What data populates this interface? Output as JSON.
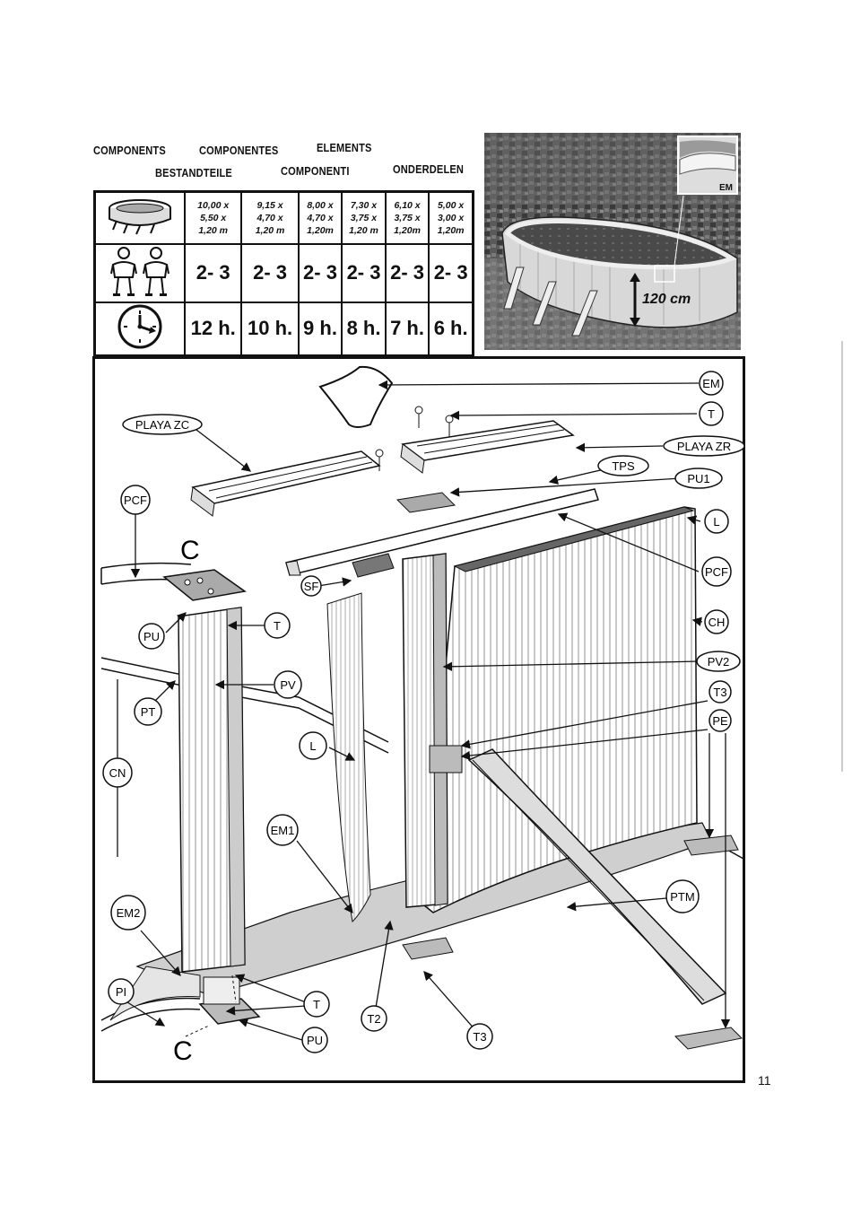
{
  "headers": {
    "components": "COMPONENTS",
    "componentes": "COMPONENTES",
    "elements": "ELEMENTS",
    "bestandteile": "BESTANDTEILE",
    "componenti": "COMPONENTI",
    "onderdelen": "ONDERDELEN"
  },
  "table": {
    "sizes": [
      [
        "10,00 x",
        "5,50 x",
        "1,20 m"
      ],
      [
        "9,15 x",
        "4,70 x",
        "1,20 m"
      ],
      [
        "8,00 x",
        "4,70 x",
        "1,20m"
      ],
      [
        "7,30 x",
        "3,75 x",
        "1,20 m"
      ],
      [
        "6,10 x",
        "3,75 x",
        "1,20m"
      ],
      [
        "5,00 x",
        "3,00 x",
        "1,20m"
      ]
    ],
    "persons": [
      "2- 3",
      "2- 3",
      "2- 3",
      "2- 3",
      "2- 3",
      "2- 3"
    ],
    "hours": [
      "12 h.",
      "10 h.",
      "9 h.",
      "8 h.",
      "7 h.",
      "6 h."
    ],
    "row_icons": [
      "pool-icon",
      "two-persons-icon",
      "clock-icon"
    ]
  },
  "photo": {
    "inset_label": "EM",
    "height_label": "120 cm"
  },
  "diagram": {
    "labels": {
      "em": "EM",
      "t_top": "T",
      "playa_zr": "PLAYA ZR",
      "playa_zc": "PLAYA ZC",
      "tps": "TPS",
      "pu1": "PU1",
      "pcf_left": "PCF",
      "l_right": "L",
      "pcf_right": "PCF",
      "sf": "SF",
      "c_top": "C",
      "pu_left": "PU",
      "t_mid": "T",
      "ch": "CH",
      "pv": "PV",
      "pv2": "PV2",
      "pt": "PT",
      "t3_right": "T3",
      "pe": "PE",
      "l_mid": "L",
      "cn": "CN",
      "em1": "EM1",
      "ptm": "PTM",
      "em2": "EM2",
      "pi": "PI",
      "t_bottom": "T",
      "t2": "T2",
      "t3_bottom": "T3",
      "pu_bottom": "PU",
      "c_bottom": "C"
    }
  },
  "page_number": "11"
}
